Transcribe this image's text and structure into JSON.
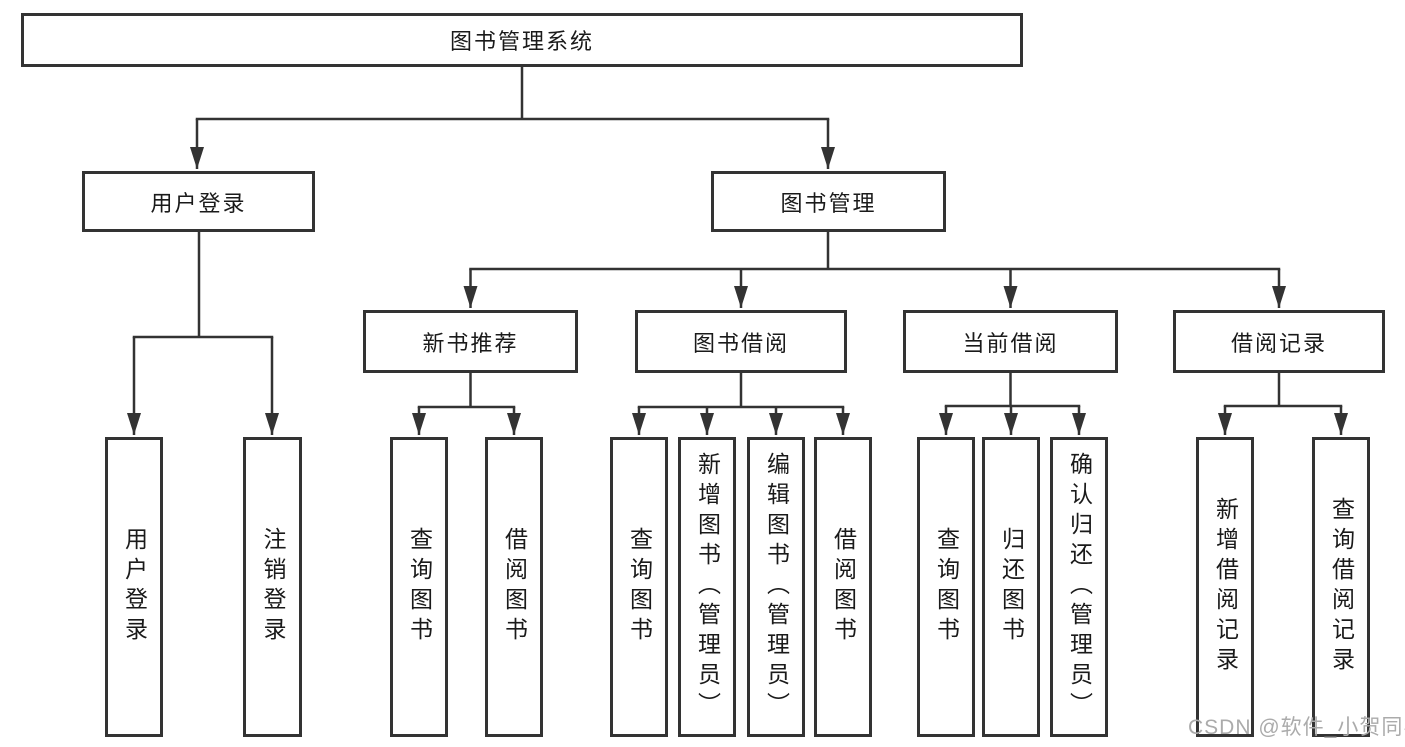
{
  "tree": {
    "label": "图书管理系统",
    "children": [
      {
        "label": "用户登录",
        "children": [
          {
            "label": "用户登录"
          },
          {
            "label": "注销登录"
          }
        ]
      },
      {
        "label": "图书管理",
        "children": [
          {
            "label": "新书推荐",
            "children": [
              {
                "label": "查询图书"
              },
              {
                "label": "借阅图书"
              }
            ]
          },
          {
            "label": "图书借阅",
            "children": [
              {
                "label": "查询图书"
              },
              {
                "label": "新增图书（管理员）"
              },
              {
                "label": "编辑图书（管理员）"
              },
              {
                "label": "借阅图书"
              }
            ]
          },
          {
            "label": "当前借阅",
            "children": [
              {
                "label": "查询图书"
              },
              {
                "label": "归还图书"
              },
              {
                "label": "确认归还（管理员）"
              }
            ]
          },
          {
            "label": "借阅记录",
            "children": [
              {
                "label": "新增借阅记录"
              },
              {
                "label": "查询借阅记录"
              }
            ]
          }
        ]
      }
    ]
  },
  "watermark": "CSDN @软件_小贺同学",
  "colors": {
    "line": "#333333",
    "box_border": "#333333",
    "box_fill": "#ffffff",
    "text": "#1a1a1a",
    "watermark": "#ababab",
    "background": "#ffffff"
  }
}
